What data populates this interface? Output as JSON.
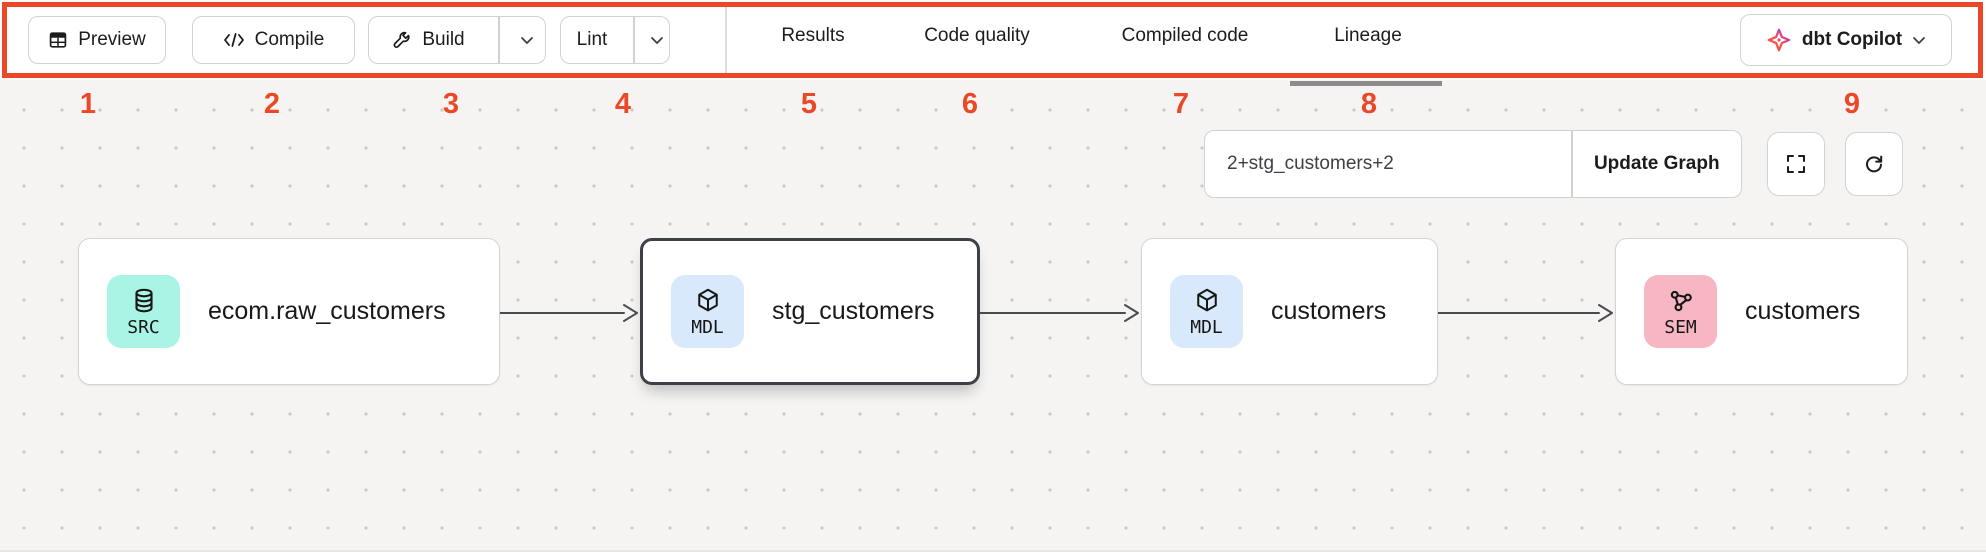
{
  "colors": {
    "annotation_red": "#ec4727",
    "toolbar_bg": "#ffffff",
    "canvas_bg": "#f5f4f2",
    "badge_src_bg": "#a9f4e5",
    "badge_mdl_bg": "#d8e9fb",
    "badge_sem_bg": "#f6b7c3",
    "node_selected_border": "#3f3f46",
    "active_tab_underline": "#8d8b8b"
  },
  "toolbar": {
    "preview_label": "Preview",
    "compile_label": "Compile",
    "build_label": "Build",
    "lint_label": "Lint",
    "tabs": [
      {
        "label": "Results",
        "active": false
      },
      {
        "label": "Code quality",
        "active": false
      },
      {
        "label": "Compiled code",
        "active": false
      },
      {
        "label": "Lineage",
        "active": true
      }
    ],
    "copilot_label": "dbt Copilot",
    "icons": {
      "preview": "table-icon",
      "compile": "code-icon",
      "build": "wrench-icon",
      "build_menu": "chevron-down-icon",
      "lint_menu": "chevron-down-icon",
      "copilot": "dbt-logo-icon",
      "copilot_menu": "chevron-down-icon"
    }
  },
  "annotations": {
    "numbers": [
      "1",
      "2",
      "3",
      "4",
      "5",
      "6",
      "7",
      "8",
      "9"
    ]
  },
  "graph_controls": {
    "selector_value": "2+stg_customers+2",
    "update_label": "Update Graph",
    "icons": {
      "fullscreen": "fullscreen-icon",
      "refresh": "refresh-icon"
    }
  },
  "lineage": {
    "nodes": [
      {
        "badge": "SRC",
        "label": "ecom.raw_customers",
        "type": "source",
        "icon": "database-icon",
        "selected": false
      },
      {
        "badge": "MDL",
        "label": "stg_customers",
        "type": "model",
        "icon": "cube-icon",
        "selected": true
      },
      {
        "badge": "MDL",
        "label": "customers",
        "type": "model",
        "icon": "cube-icon",
        "selected": false
      },
      {
        "badge": "SEM",
        "label": "customers",
        "type": "semantic-model",
        "icon": "graph-nodes-icon",
        "selected": false
      }
    ],
    "edges": [
      {
        "from": "ecom.raw_customers",
        "to": "stg_customers"
      },
      {
        "from": "stg_customers",
        "to": "customers"
      },
      {
        "from": "customers",
        "to": "customers"
      }
    ]
  }
}
